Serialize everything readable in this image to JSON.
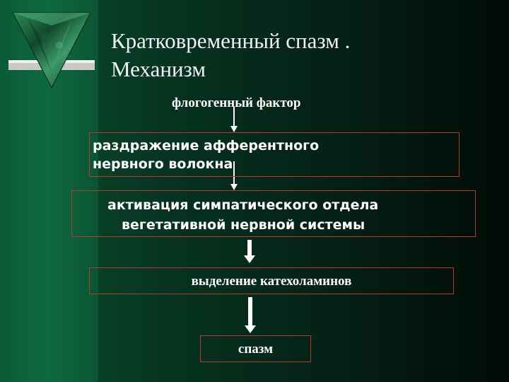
{
  "title": {
    "line1": "Кратковременный спазм .",
    "line2": "Механизм"
  },
  "flow": {
    "start_label": "флогогенный фактор",
    "step1": {
      "line1": "раздражение афферентного",
      "line2": "нервного волокна"
    },
    "step2": {
      "line1": "активация симпатического отдела",
      "line2": "вегетативной нервной системы"
    },
    "step3": "выделение катехоламинов",
    "step4": "спазм"
  },
  "colors": {
    "box_border": "#b8392f",
    "text": "#ffffff",
    "background": "#06321f"
  },
  "decor": {
    "logo_icon": "green-marble-triangle-logo"
  }
}
